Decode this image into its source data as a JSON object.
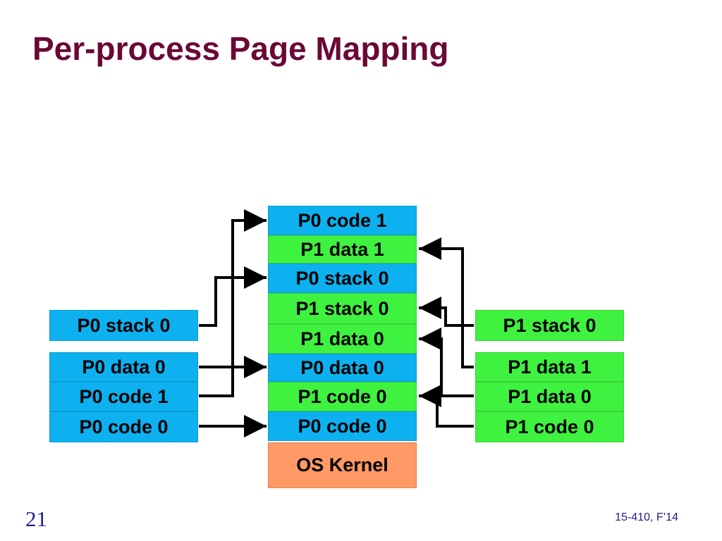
{
  "slide": {
    "title": "Per-process Page Mapping",
    "page_number": "21",
    "course": "15-410, F’14"
  },
  "physical_memory": [
    {
      "label": "P0 code 1",
      "color": "#0db1ef"
    },
    {
      "label": "P1 data 1",
      "color": "#3ff23f"
    },
    {
      "label": "P0 stack 0",
      "color": "#0db1ef"
    },
    {
      "label": "P1 stack 0",
      "color": "#3ff23f"
    },
    {
      "label": "P1 data 0",
      "color": "#3ff23f"
    },
    {
      "label": "P0 data 0",
      "color": "#0db1ef"
    },
    {
      "label": "P1 code 0",
      "color": "#3ff23f"
    },
    {
      "label": "P0 code 0",
      "color": "#0db1ef"
    },
    {
      "label": "OS Kernel",
      "color": "#ff9966"
    }
  ],
  "p0_pages": [
    {
      "label": "P0 stack 0"
    },
    {
      "label": "P0 data 0"
    },
    {
      "label": "P0 code 1"
    },
    {
      "label": "P0 code 0"
    }
  ],
  "p1_pages": [
    {
      "label": "P1 stack 0"
    },
    {
      "label": "P1 data 1"
    },
    {
      "label": "P1 data 0"
    },
    {
      "label": "P1 code 0"
    }
  ],
  "colors": {
    "p0": "#0db1ef",
    "p1": "#3ff23f",
    "kernel": "#ff9966",
    "title": "#6b0836",
    "footer": "#1f1f8c"
  }
}
